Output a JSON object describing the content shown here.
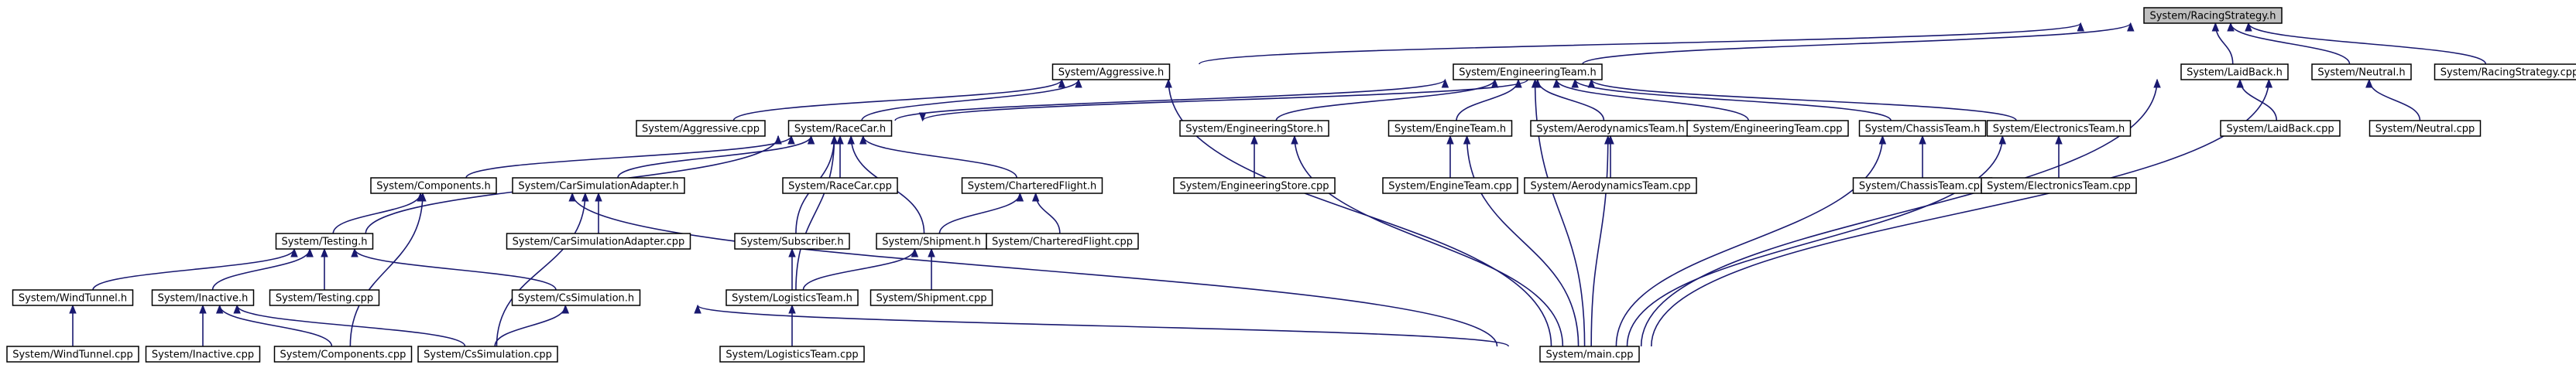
{
  "nodes": [
    {
      "id": "n1",
      "label": "System/RacingStrategy.h",
      "root": true
    },
    {
      "id": "n2",
      "label": "System/Aggressive.h"
    },
    {
      "id": "n3",
      "label": "System/EngineeringTeam.h"
    },
    {
      "id": "n4",
      "label": "System/LaidBack.h"
    },
    {
      "id": "n5",
      "label": "System/Neutral.h"
    },
    {
      "id": "n6",
      "label": "System/RacingStrategy.cpp"
    },
    {
      "id": "n7",
      "label": "System/Aggressive.cpp"
    },
    {
      "id": "n8",
      "label": "System/RaceCar.h"
    },
    {
      "id": "n9",
      "label": "System/EngineeringStore.h"
    },
    {
      "id": "n10",
      "label": "System/EngineTeam.h"
    },
    {
      "id": "n11",
      "label": "System/AerodynamicsTeam.h"
    },
    {
      "id": "n12",
      "label": "System/EngineeringTeam.cpp"
    },
    {
      "id": "n13",
      "label": "System/ChassisTeam.h"
    },
    {
      "id": "n14",
      "label": "System/ElectronicsTeam.h"
    },
    {
      "id": "n15",
      "label": "System/LaidBack.cpp"
    },
    {
      "id": "n16",
      "label": "System/Neutral.cpp"
    },
    {
      "id": "n17",
      "label": "System/Components.h"
    },
    {
      "id": "n18",
      "label": "System/CarSimulationAdapter.h"
    },
    {
      "id": "n19",
      "label": "System/RaceCar.cpp"
    },
    {
      "id": "n20",
      "label": "System/CharteredFlight.h"
    },
    {
      "id": "n21",
      "label": "System/EngineeringStore.cpp"
    },
    {
      "id": "n22",
      "label": "System/EngineTeam.cpp"
    },
    {
      "id": "n23",
      "label": "System/AerodynamicsTeam.cpp"
    },
    {
      "id": "n24",
      "label": "System/ChassisTeam.cpp"
    },
    {
      "id": "n25",
      "label": "System/ElectronicsTeam.cpp"
    },
    {
      "id": "n26",
      "label": "System/Testing.h"
    },
    {
      "id": "n27",
      "label": "System/CarSimulationAdapter.cpp"
    },
    {
      "id": "n28",
      "label": "System/Subscriber.h"
    },
    {
      "id": "n29",
      "label": "System/Shipment.h"
    },
    {
      "id": "n30",
      "label": "System/CharteredFlight.cpp"
    },
    {
      "id": "n31",
      "label": "System/WindTunnel.h"
    },
    {
      "id": "n32",
      "label": "System/Inactive.h"
    },
    {
      "id": "n33",
      "label": "System/Testing.cpp"
    },
    {
      "id": "n34",
      "label": "System/CsSimulation.h"
    },
    {
      "id": "n35",
      "label": "System/LogisticsTeam.h"
    },
    {
      "id": "n36",
      "label": "System/Shipment.cpp"
    },
    {
      "id": "n37",
      "label": "System/WindTunnel.cpp"
    },
    {
      "id": "n38",
      "label": "System/Inactive.cpp"
    },
    {
      "id": "n39",
      "label": "System/Components.cpp"
    },
    {
      "id": "n40",
      "label": "System/CsSimulation.cpp"
    },
    {
      "id": "n41",
      "label": "System/main.cpp"
    },
    {
      "id": "n42",
      "label": "System/LogisticsTeam.cpp"
    }
  ],
  "edges": [
    [
      "n1",
      "n2"
    ],
    [
      "n1",
      "n3"
    ],
    [
      "n1",
      "n4"
    ],
    [
      "n1",
      "n5"
    ],
    [
      "n1",
      "n6"
    ],
    [
      "n2",
      "n7"
    ],
    [
      "n2",
      "n8"
    ],
    [
      "n2",
      "n41"
    ],
    [
      "n3",
      "n8"
    ],
    [
      "n3",
      "n9"
    ],
    [
      "n3",
      "n10"
    ],
    [
      "n3",
      "n11"
    ],
    [
      "n3",
      "n12"
    ],
    [
      "n3",
      "n13"
    ],
    [
      "n3",
      "n14"
    ],
    [
      "n3",
      "n41"
    ],
    [
      "n4",
      "n15"
    ],
    [
      "n4",
      "n41"
    ],
    [
      "n5",
      "n16"
    ],
    [
      "n5",
      "n41"
    ],
    [
      "n8",
      "n3"
    ],
    [
      "n8",
      "n17"
    ],
    [
      "n8",
      "n18"
    ],
    [
      "n8",
      "n19"
    ],
    [
      "n8",
      "n20"
    ],
    [
      "n8",
      "n26"
    ],
    [
      "n8",
      "n28"
    ],
    [
      "n8",
      "n29"
    ],
    [
      "n8",
      "n35"
    ],
    [
      "n9",
      "n21"
    ],
    [
      "n9",
      "n41"
    ],
    [
      "n10",
      "n22"
    ],
    [
      "n10",
      "n41"
    ],
    [
      "n11",
      "n23"
    ],
    [
      "n11",
      "n41"
    ],
    [
      "n13",
      "n24"
    ],
    [
      "n13",
      "n41"
    ],
    [
      "n14",
      "n25"
    ],
    [
      "n14",
      "n41"
    ],
    [
      "n17",
      "n26"
    ],
    [
      "n17",
      "n39"
    ],
    [
      "n17",
      "n41"
    ],
    [
      "n18",
      "n27"
    ],
    [
      "n18",
      "n40"
    ],
    [
      "n20",
      "n29"
    ],
    [
      "n20",
      "n30"
    ],
    [
      "n26",
      "n31"
    ],
    [
      "n26",
      "n32"
    ],
    [
      "n26",
      "n33"
    ],
    [
      "n26",
      "n34"
    ],
    [
      "n28",
      "n35"
    ],
    [
      "n29",
      "n35"
    ],
    [
      "n29",
      "n36"
    ],
    [
      "n31",
      "n37"
    ],
    [
      "n32",
      "n38"
    ],
    [
      "n32",
      "n39"
    ],
    [
      "n32",
      "n40"
    ],
    [
      "n34",
      "n40"
    ],
    [
      "n34",
      "n41"
    ],
    [
      "n35",
      "n42"
    ]
  ]
}
